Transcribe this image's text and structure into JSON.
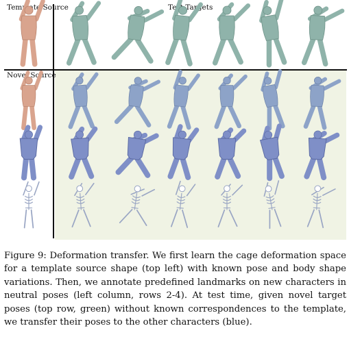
{
  "figure": {
    "header_template_source": "Template Source",
    "header_test_targets": "Test Targets",
    "header_novel_source": "Novel Source",
    "rows": [
      {
        "name": "template-human",
        "color": "#d9a48e",
        "shade": "#b9826c",
        "kind": "human"
      },
      {
        "name": "novel-human",
        "color": "#8da3c8",
        "shade": "#6d83a8",
        "kind": "human"
      },
      {
        "name": "novel-robot",
        "color": "#7f8fc7",
        "shade": "#5c6ba3",
        "kind": "robot"
      },
      {
        "name": "novel-skeleton",
        "color": "#dfe5f3",
        "shade": "#9aa6c4",
        "kind": "skeleton"
      }
    ],
    "target_color": "#8fb3aa",
    "target_shade": "#6f9389",
    "source_color": "#d9a48e"
  },
  "caption": {
    "text": "Figure 9: Deformation transfer. We first learn the cage deformation space for a template source shape (top left) with known pose and body shape variations. Then, we annotate predefined landmarks on new characters in neutral poses (left column, rows 2-4). At test time, given novel target poses (top row, green) without known correspondences to the template, we transfer their poses to the other characters (blue)."
  }
}
